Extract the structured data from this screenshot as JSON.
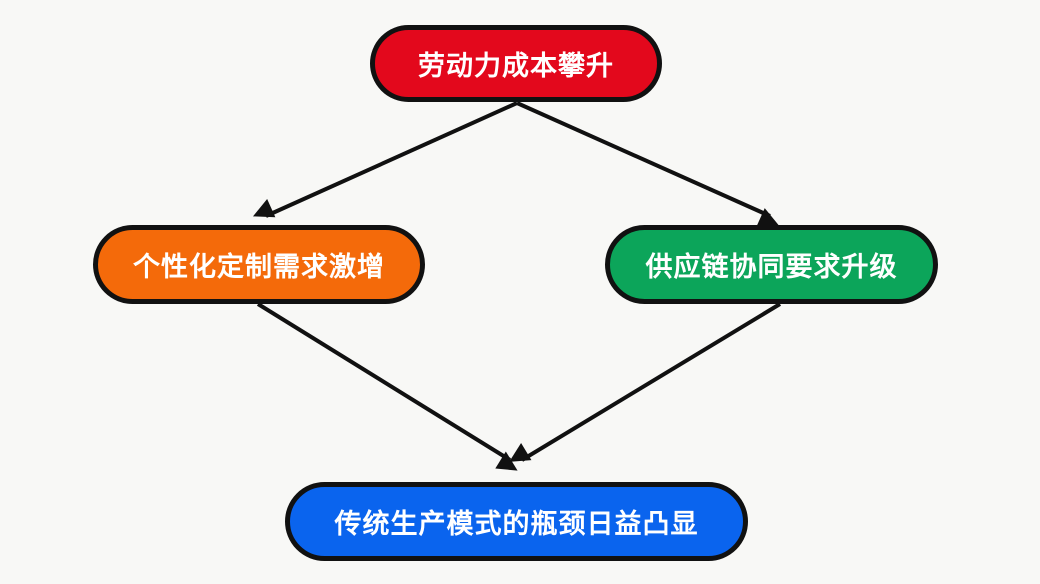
{
  "nodes": {
    "top": "劳动力成本攀升",
    "left": "个性化定制需求激增",
    "right": "供应链协同要求升级",
    "bottom": "传统生产模式的瓶颈日益凸显"
  },
  "edges": [
    {
      "from": "top",
      "to": "left"
    },
    {
      "from": "top",
      "to": "right"
    },
    {
      "from": "left",
      "to": "bottom"
    },
    {
      "from": "right",
      "to": "bottom"
    }
  ],
  "colors": {
    "top": "#e3081c",
    "left": "#f46a0a",
    "right": "#0ca55a",
    "bottom": "#0a64ee"
  }
}
